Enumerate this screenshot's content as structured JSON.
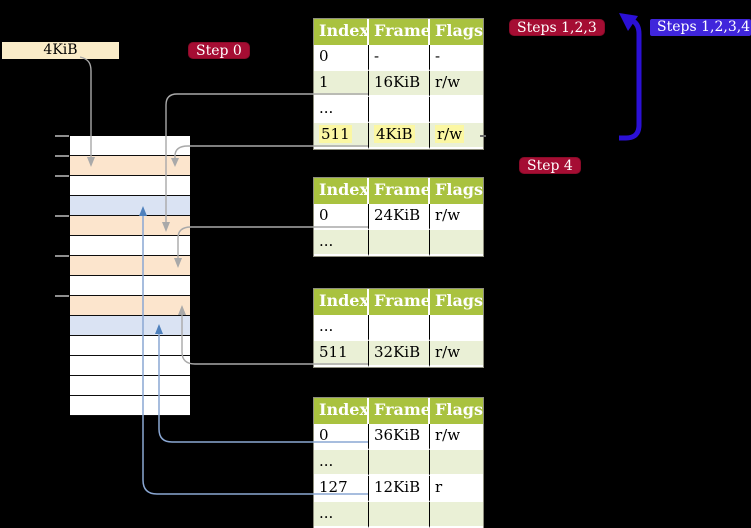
{
  "page_size_label": "4KiB",
  "badges": {
    "step0": "Step 0",
    "steps123": "Steps 1,2,3",
    "steps1234": "Steps 1,2,3,4",
    "step4": "Step 4"
  },
  "page_tables": [
    {
      "headers": [
        "Index",
        "Frame",
        "Flags"
      ],
      "rows": [
        {
          "cells": [
            "0",
            "-",
            "-"
          ],
          "shaded": false,
          "highlight": false
        },
        {
          "cells": [
            "1",
            "16KiB",
            "r/w"
          ],
          "shaded": true,
          "highlight": false
        },
        {
          "cells": [
            "...",
            "",
            ""
          ],
          "shaded": false,
          "highlight": false
        },
        {
          "cells": [
            "511",
            "4KiB",
            "r/w"
          ],
          "shaded": true,
          "highlight": true
        }
      ]
    },
    {
      "headers": [
        "Index",
        "Frame",
        "Flags"
      ],
      "rows": [
        {
          "cells": [
            "0",
            "24KiB",
            "r/w"
          ],
          "shaded": false,
          "highlight": false
        },
        {
          "cells": [
            "...",
            "",
            ""
          ],
          "shaded": true,
          "highlight": false
        }
      ]
    },
    {
      "headers": [
        "Index",
        "Frame",
        "Flags"
      ],
      "rows": [
        {
          "cells": [
            "...",
            "",
            ""
          ],
          "shaded": false,
          "highlight": false
        },
        {
          "cells": [
            "511",
            "32KiB",
            "r/w"
          ],
          "shaded": true,
          "highlight": false
        }
      ]
    },
    {
      "headers": [
        "Index",
        "Frame",
        "Flags"
      ],
      "rows": [
        {
          "cells": [
            "0",
            "36KiB",
            "r/w"
          ],
          "shaded": false,
          "highlight": false
        },
        {
          "cells": [
            "...",
            "",
            ""
          ],
          "shaded": true,
          "highlight": false
        },
        {
          "cells": [
            "127",
            "12KiB",
            "r"
          ],
          "shaded": false,
          "highlight": false
        },
        {
          "cells": [
            "...",
            "",
            ""
          ],
          "shaded": true,
          "highlight": false
        }
      ]
    }
  ],
  "memory_column": {
    "rows": [
      "white",
      "orange",
      "white",
      "blue",
      "orange",
      "white",
      "orange",
      "white",
      "orange",
      "blue",
      "white",
      "white",
      "white",
      "white"
    ]
  },
  "colors": {
    "background": "#000000",
    "badge_red": "#a50d33",
    "badge_blue": "#4026db",
    "big_arrow_blue": "#2b10d6",
    "table_header_green": "#a9c23f",
    "table_row_green": "#eaf0d6",
    "highlight_yellow": "#fbf7a3",
    "memory_frame_orange": "#fce5cd",
    "memory_frame_blue": "#dae3f3",
    "page_size_cream": "#faecc8",
    "gray_connector": "#a9a9a9",
    "steel_connector": "#4f81bd"
  }
}
